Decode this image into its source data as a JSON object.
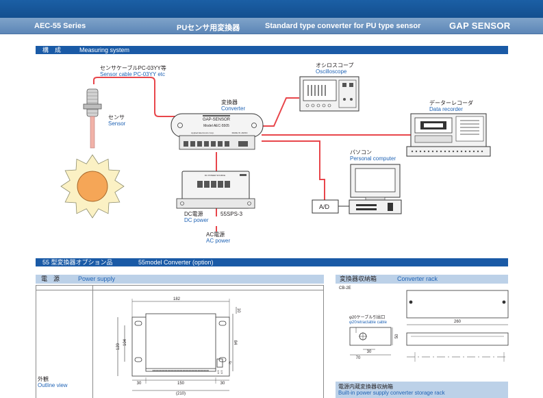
{
  "header": {
    "series": "AEC-55 Series",
    "title_jp": "PUセンサ用変換器",
    "title_en": "Standard type converter for PU type sensor",
    "brand": "GAP SENSOR"
  },
  "measuring_system": {
    "title_jp": "構　成",
    "title_en": "Measuring system",
    "sensor_cable_jp": "センサケーブルPC-03YY等",
    "sensor_cable_en": "Sensor cable PC-03YY etc",
    "sensor_jp": "センサ",
    "sensor_en": "Sensor",
    "converter_jp": "変換器",
    "converter_en": "Converter",
    "converter_brand": "GAP-SENSOR",
    "converter_model": "Model AEC-5505",
    "converter_maker": "Applied Electronics Corp.",
    "converter_origin": "MADE IN JAPAN",
    "oscilloscope_jp": "オシロスコープ",
    "oscilloscope_en": "Oscilloscope",
    "data_recorder_jp": "データーレコーダ",
    "data_recorder_en": "Data recorder",
    "computer_jp": "パソコン",
    "computer_en": "Personal computer",
    "ad_label": "A/D",
    "dc_power_jp": "DC電源",
    "dc_power_en": "DC power",
    "dc_power_model": "55SPS-3",
    "dc_power_panel": "DC POWER SOURCE",
    "ac_power_jp": "AC電源",
    "ac_power_en": "AC power"
  },
  "options": {
    "title_jp": "55 型変換器オプション品",
    "title_en": "55model Converter (option)",
    "power_supply_jp": "電　源",
    "power_supply_en": "Power supply",
    "outline_jp": "外観",
    "outline_en": "Outline view",
    "dims": {
      "width_top": "182",
      "h_outer": "120",
      "h_inner": "104",
      "right_h": "84",
      "right_top": "10",
      "left_margin": "30",
      "center": "150",
      "right_margin": "30",
      "total": "(210)",
      "side_a": "4.5",
      "side_b": "4.5",
      "side_c": "(8)"
    },
    "converter_rack_jp": "変換器収納箱",
    "converter_rack_en": "Converter rack",
    "rack_model": "CB-2E",
    "cable_outlet_jp": "φ20ケーブル引出口",
    "cable_outlet_en": "φ20retractable cable",
    "rack_dims": {
      "height": "50",
      "w_inner": "30",
      "w_outer": "70",
      "length": "260"
    },
    "storage_rack_jp": "電源内蔵変換器収納箱",
    "storage_rack_en": "Built-in power supply converter storage rack"
  },
  "colors": {
    "top_bar": "#134f8f",
    "header_bar": "#5c86b7",
    "section_bar": "#1a5aa6",
    "sub_bar": "#bcd1e8",
    "accent_text": "#1f63b5",
    "cable_red": "#e8454a"
  }
}
